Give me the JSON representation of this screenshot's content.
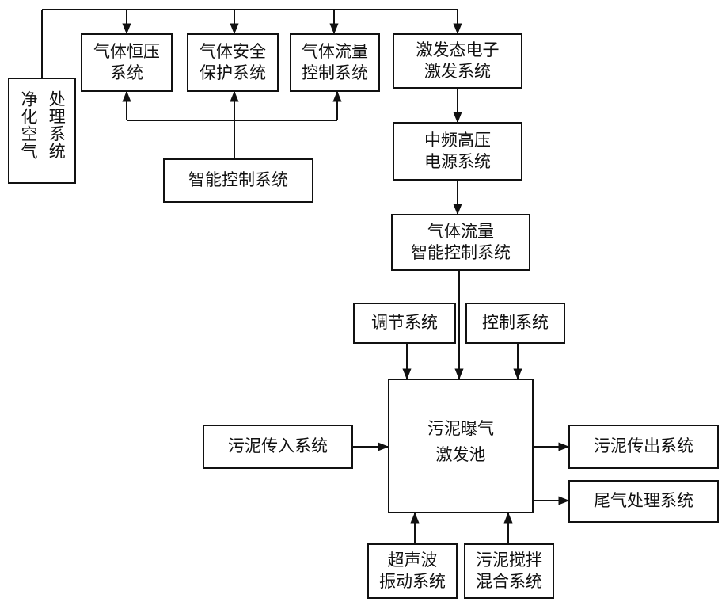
{
  "boxes": {
    "purify": {
      "col1": "净化空气",
      "col2": "处理系统"
    },
    "gas_pressure": {
      "line1": "气体恒压",
      "line2": "系统"
    },
    "gas_safety": {
      "line1": "气体安全",
      "line2": "保护系统"
    },
    "gas_flow_top": {
      "line1": "气体流量",
      "line2": "控制系统"
    },
    "excited_electron": {
      "line1": "激发态电子",
      "line2": "激发系统"
    },
    "smart_control": {
      "line1": "智能控制系统"
    },
    "mid_freq_power": {
      "line1": "中频高压",
      "line2": "电源系统"
    },
    "gas_flow_smart": {
      "line1": "气体流量",
      "line2": "智能控制系统"
    },
    "regulate": {
      "line1": "调节系统"
    },
    "control": {
      "line1": "控制系统"
    },
    "sludge_in": {
      "line1": "污泥传入系统"
    },
    "aeration_tank": {
      "line1": "污泥曝气",
      "line2": "激发池"
    },
    "sludge_out": {
      "line1": "污泥传出系统"
    },
    "tail_gas": {
      "line1": "尾气处理系统"
    },
    "ultrasonic": {
      "line1": "超声波",
      "line2": "振动系统"
    },
    "mixing": {
      "line1": "污泥搅拌",
      "line2": "混合系统"
    }
  }
}
